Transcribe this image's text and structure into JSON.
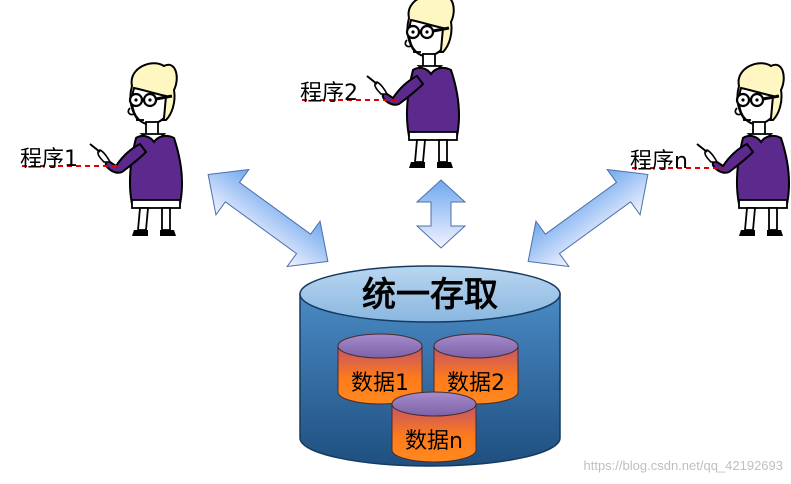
{
  "central_store": {
    "label": "统一存取"
  },
  "programs": [
    {
      "label": "程序1"
    },
    {
      "label": "程序2"
    },
    {
      "label": "程序n"
    }
  ],
  "data_stores": [
    {
      "label": "数据1"
    },
    {
      "label": "数据2"
    },
    {
      "label": "数据n"
    }
  ],
  "watermark": "https://blog.csdn.net/qq_42192693",
  "colors": {
    "arrow_top": "#6fa8ee",
    "arrow_bottom": "#f3f3ff",
    "cylinder_top": "#9dc3e6",
    "cylinder_body": "#2f5f92",
    "mini_top": "#8f76b8",
    "mini_body": "#ff7a1a",
    "figure_shirt": "#5b2a8c",
    "pointer_line": "#e00000"
  }
}
